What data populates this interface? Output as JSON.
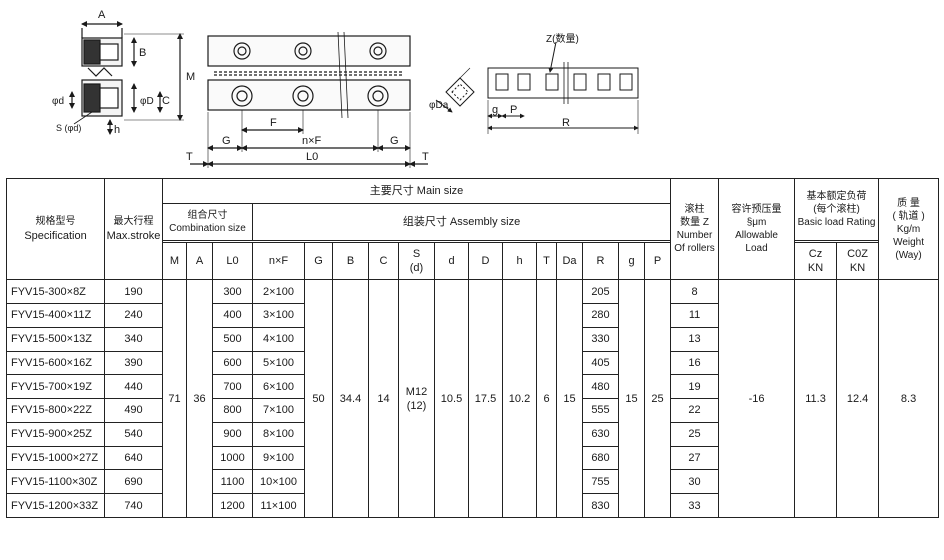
{
  "drawing": {
    "labels": {
      "A": "A",
      "B": "B",
      "M": "M",
      "C": "C",
      "phi_d": "φd",
      "phi_D": "φD",
      "S": "S (φd)",
      "h": "h",
      "F": "F",
      "nF": "n×F",
      "G_left": "G",
      "G_right": "G",
      "L0": "L0",
      "T_left": "T",
      "T_right": "T",
      "Da": "φDa",
      "Z": "Z(数量)",
      "g": "g",
      "P": "P",
      "R": "R"
    }
  },
  "table": {
    "headers": {
      "spec_cn": "规格型号",
      "spec_en": "Specification",
      "stroke_cn": "最大行程",
      "stroke_en": "Max.stroke",
      "main_size": "主要尺寸 Main size",
      "combo_cn": "组合尺寸",
      "combo_en": "Combination size",
      "assembly": "组装尺寸  Assembly size",
      "rollers_cn": "滚柱",
      "rollers_z": "数量 Z",
      "rollers_en1": "Number",
      "rollers_en2": "Of rollers",
      "preload_cn": "容许预压量",
      "preload_sym": "§μm",
      "preload_en1": "Allowable",
      "preload_en2": "Load",
      "load_cn1": "基本额定负荷",
      "load_cn2": "(每个滚柱)",
      "load_en": "Basic load Rating",
      "weight_cn1": "质 量",
      "weight_cn2": "( 轨道 )",
      "weight_unit": "Kg/m",
      "weight_en": "Weight",
      "weight_way": "(Way)",
      "col_M": "M",
      "col_A": "A",
      "col_L0": "L0",
      "col_nF": "n×F",
      "col_G": "G",
      "col_B": "B",
      "col_C": "C",
      "col_S1": "S",
      "col_S2": "(d)",
      "col_d": "d",
      "col_D": "D",
      "col_h": "h",
      "col_T": "T",
      "col_Da": "Da",
      "col_R": "R",
      "col_g": "g",
      "col_P": "P",
      "col_Cz1": "Cz",
      "col_Cz2": "KN",
      "col_COZ1": "C0Z",
      "col_COZ2": "KN"
    },
    "rows": [
      {
        "spec": "FYV15-300×8Z",
        "stroke": "190",
        "L0": "300",
        "nF": "2×100",
        "R": "205",
        "Z": "8"
      },
      {
        "spec": "FYV15-400×11Z",
        "stroke": "240",
        "L0": "400",
        "nF": "3×100",
        "R": "280",
        "Z": "11"
      },
      {
        "spec": "FYV15-500×13Z",
        "stroke": "340",
        "L0": "500",
        "nF": "4×100",
        "R": "330",
        "Z": "13"
      },
      {
        "spec": "FYV15-600×16Z",
        "stroke": "390",
        "L0": "600",
        "nF": "5×100",
        "R": "405",
        "Z": "16"
      },
      {
        "spec": "FYV15-700×19Z",
        "stroke": "440",
        "L0": "700",
        "nF": "6×100",
        "R": "480",
        "Z": "19"
      },
      {
        "spec": "FYV15-800×22Z",
        "stroke": "490",
        "L0": "800",
        "nF": "7×100",
        "R": "555",
        "Z": "22"
      },
      {
        "spec": "FYV15-900×25Z",
        "stroke": "540",
        "L0": "900",
        "nF": "8×100",
        "R": "630",
        "Z": "25"
      },
      {
        "spec": "FYV15-1000×27Z",
        "stroke": "640",
        "L0": "1000",
        "nF": "9×100",
        "R": "680",
        "Z": "27"
      },
      {
        "spec": "FYV15-1100×30Z",
        "stroke": "690",
        "L0": "1100",
        "nF": "10×100",
        "R": "755",
        "Z": "30"
      },
      {
        "spec": "FYV15-1200×33Z",
        "stroke": "740",
        "L0": "1200",
        "nF": "11×100",
        "R": "830",
        "Z": "33"
      }
    ],
    "shared": {
      "M": "71",
      "A": "36",
      "G": "50",
      "B": "34.4",
      "C": "14",
      "S1": "M12",
      "S2": "(12)",
      "d": "10.5",
      "D": "17.5",
      "h": "10.2",
      "T": "6",
      "Da": "15",
      "g": "15",
      "P": "25",
      "preload": "-16",
      "Cz": "11.3",
      "COZ": "12.4",
      "weight": "8.3"
    }
  }
}
